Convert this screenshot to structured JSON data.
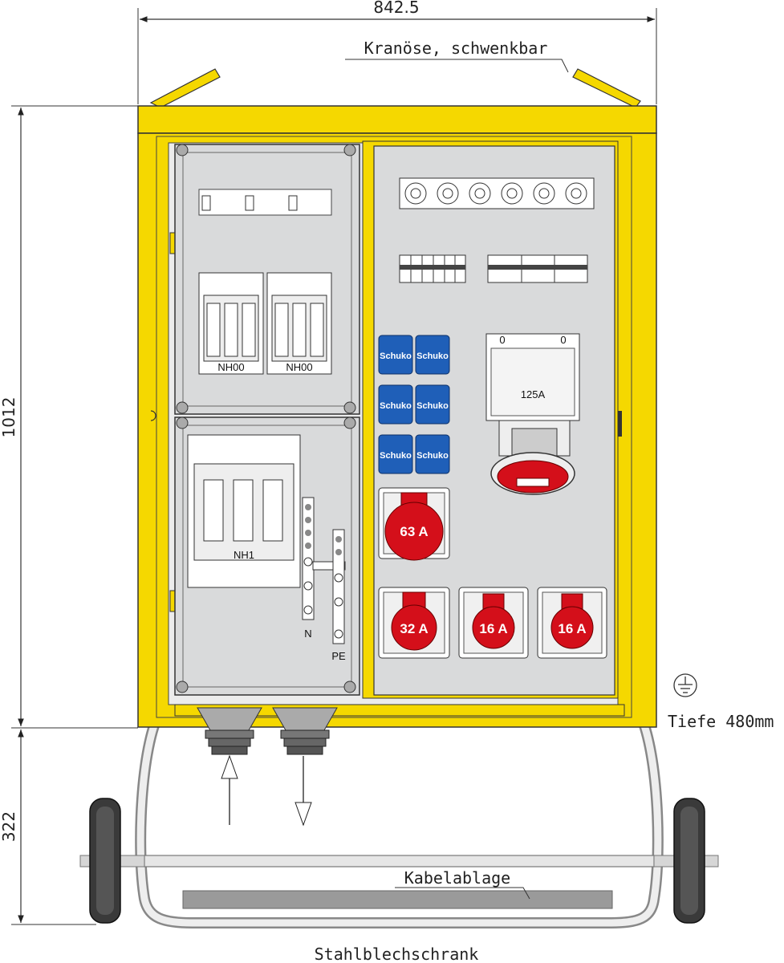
{
  "dimensions": {
    "width": "842.5",
    "height_cabinet": "1012",
    "height_frame": "322"
  },
  "labels": {
    "crane_eye": "Kranöse, schwenkbar",
    "depth": "Tiefe 480mm",
    "cable_tray": "Kabelablage",
    "cabinet_type": "Stahlblechschrank",
    "neutral": "N",
    "protective_earth": "PE"
  },
  "fuses": {
    "nh00_left": "NH00",
    "nh00_right": "NH00",
    "nh1": "NH1"
  },
  "sockets": {
    "schuko": [
      "Schuko",
      "Schuko",
      "Schuko",
      "Schuko",
      "Schuko",
      "Schuko"
    ],
    "cee_63": "63 A",
    "cee_32": "32 A",
    "cee_16a": "16 A",
    "cee_16b": "16 A",
    "cee_125": "125A",
    "switch_left": "0",
    "switch_right": "0"
  },
  "colors": {
    "frame": "#f5d800",
    "panel": "#d9dadb",
    "socket_red": "#d40f1a",
    "schuko_blue": "#1f5fb8"
  }
}
